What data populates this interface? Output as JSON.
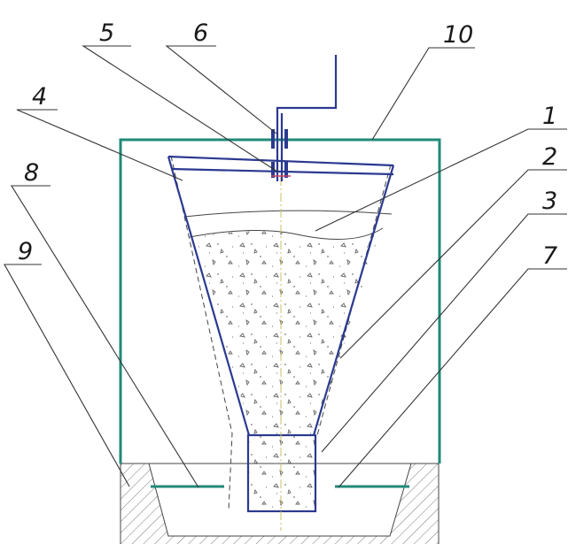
{
  "labels": {
    "l1": "1",
    "l2": "2",
    "l3": "3",
    "l4": "4",
    "l5": "5",
    "l6": "6",
    "l7": "7",
    "l8": "8",
    "l9": "9",
    "l10": "10"
  },
  "colors": {
    "frame": "#1f8a78",
    "blue": "#2b3990",
    "hatch": "#7a7a7a",
    "axis": "#c8c060",
    "text": "#1a1a1a"
  }
}
